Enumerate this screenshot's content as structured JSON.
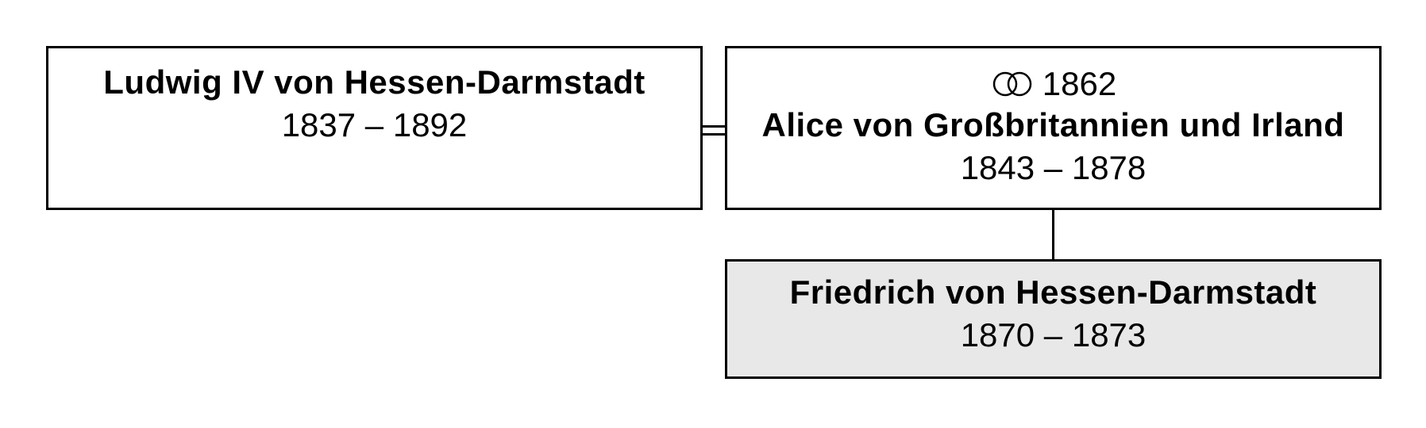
{
  "colors": {
    "border": "#000000",
    "box_background": "#ffffff",
    "highlight_background": "#e8e8e8"
  },
  "father": {
    "name": "Ludwig IV von Hessen-Darmstadt",
    "years": "1837 – 1892"
  },
  "mother": {
    "marriage_icon": "wedding-rings-icon",
    "marriage_year": "1862",
    "name": "Alice von Großbritannien und Irland",
    "years": "1843 – 1878"
  },
  "child": {
    "name": "Friedrich von Hessen-Darmstadt",
    "years": "1870 – 1873",
    "highlighted": true
  }
}
